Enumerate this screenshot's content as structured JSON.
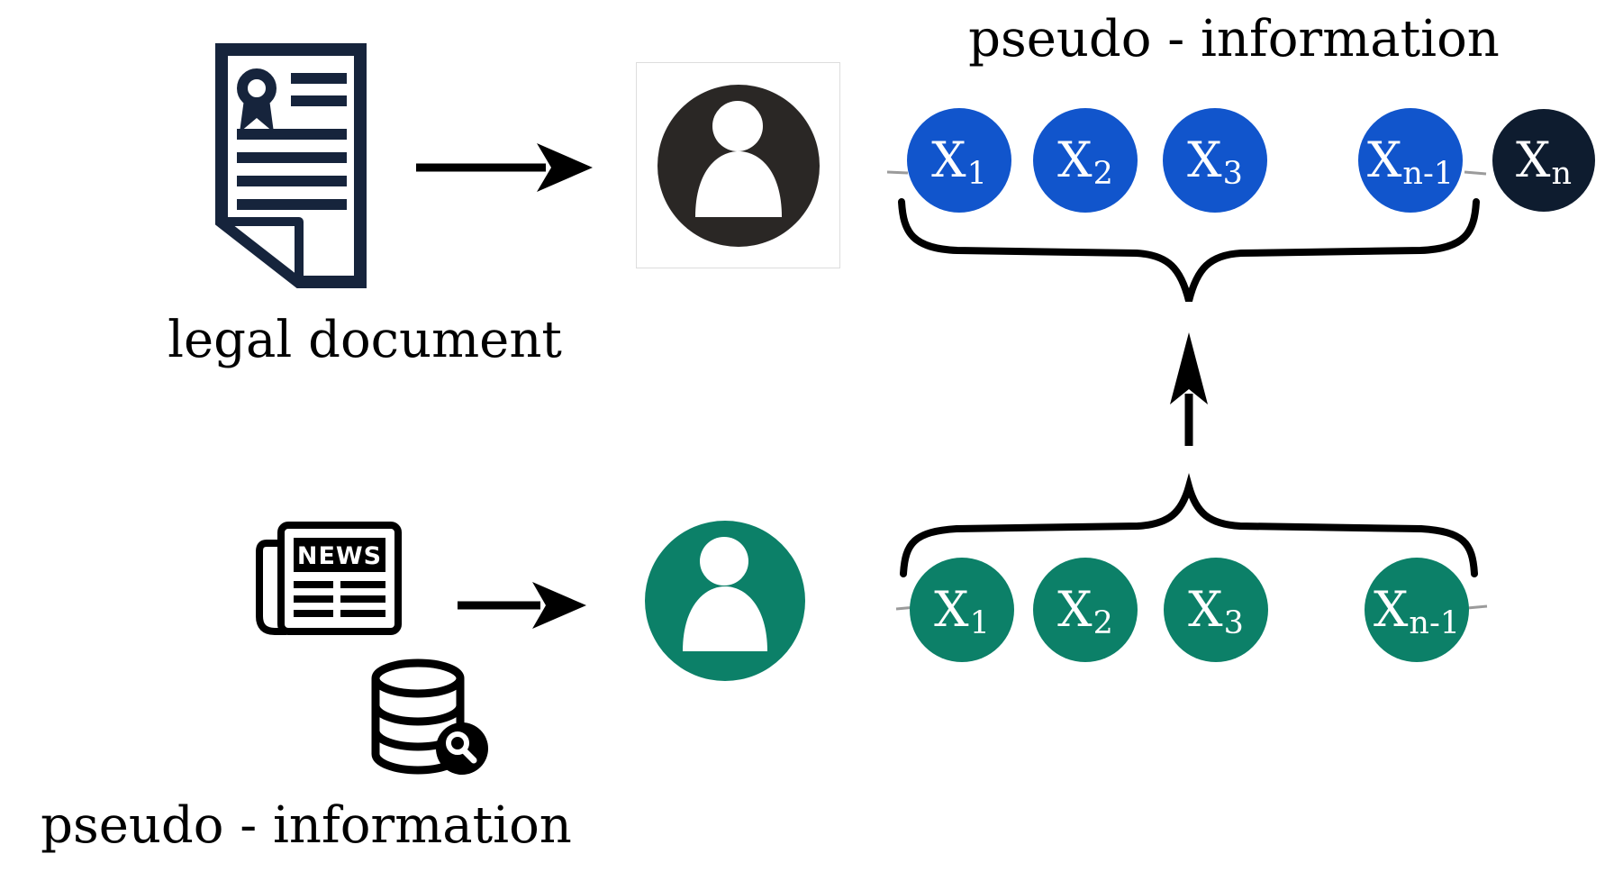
{
  "colors": {
    "background": "#ffffff",
    "blue": "#1155cc",
    "dark_navy": "#0e1c2f",
    "green": "#0c8068",
    "doc_navy": "#16243c",
    "avatar_dark": "#2a2725",
    "text_black": "#000000",
    "node_text": "#ffffff",
    "dash_gray": "#9b9b9b",
    "avatar_border": "#dddddd",
    "icon_black": "#000000"
  },
  "top_section": {
    "document_label": "legal document",
    "title": "pseudo - information",
    "nodes": [
      {
        "base": "X",
        "sub": "1"
      },
      {
        "base": "X",
        "sub": "2"
      },
      {
        "base": "X",
        "sub": "3"
      },
      {
        "base": "X",
        "sub": "n-1"
      },
      {
        "base": "X",
        "sub": "n"
      }
    ]
  },
  "bottom_section": {
    "label": "pseudo - information",
    "newspaper_text": "NEWS",
    "nodes": [
      {
        "base": "X",
        "sub": "1"
      },
      {
        "base": "X",
        "sub": "2"
      },
      {
        "base": "X",
        "sub": "3"
      },
      {
        "base": "X",
        "sub": "n-1"
      }
    ]
  },
  "icons": [
    "legal-document-icon",
    "user-avatar-dark-icon",
    "user-avatar-green-icon",
    "newspaper-icon",
    "database-search-icon",
    "arrow-right-icon",
    "arrow-up-icon",
    "underbrace",
    "overbrace"
  ]
}
